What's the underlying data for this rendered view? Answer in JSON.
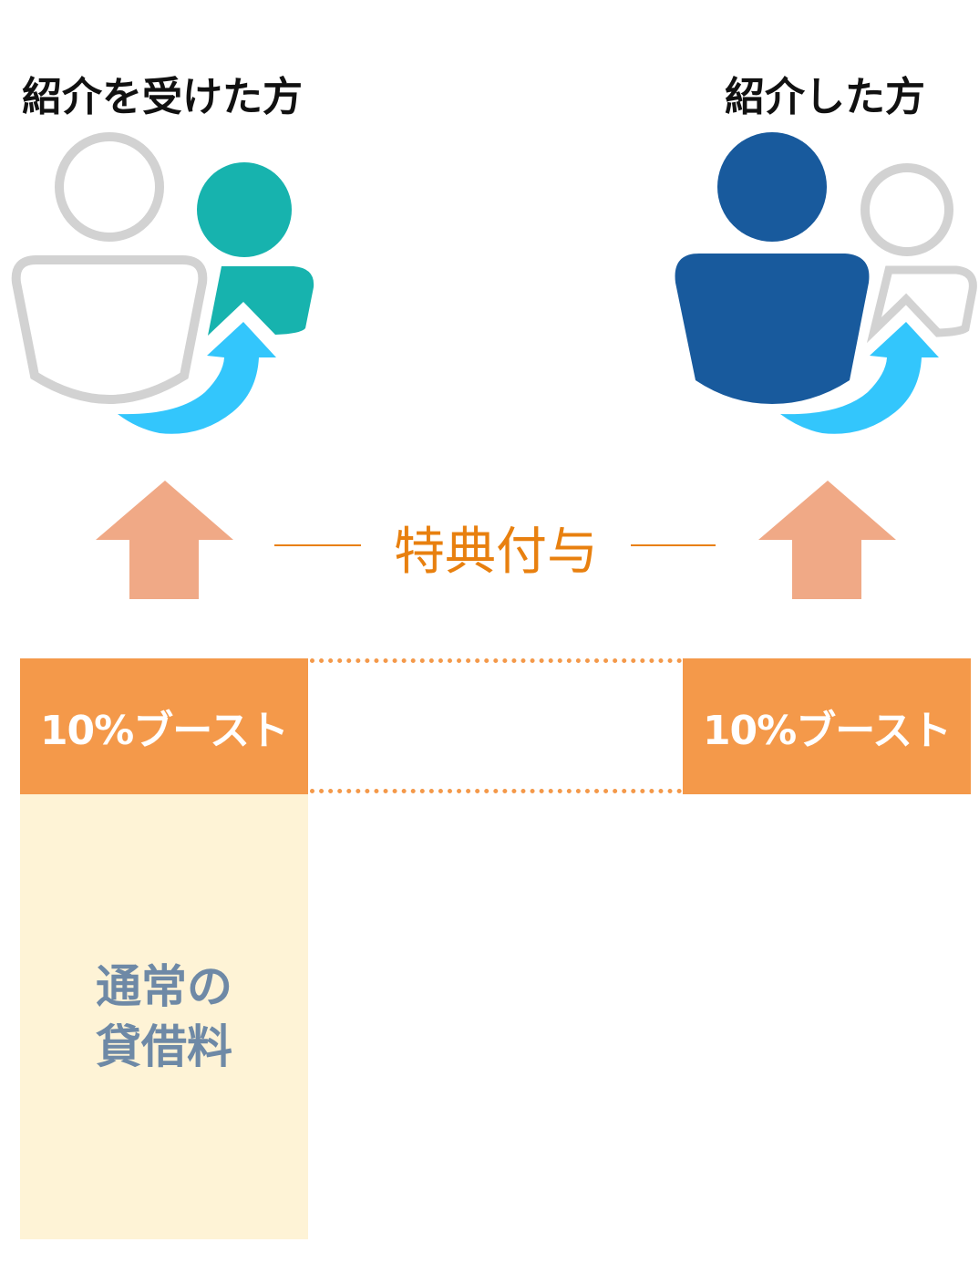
{
  "left": {
    "title": "紹介を受けた方",
    "boost": "10%ブースト"
  },
  "right": {
    "title": "紹介した方",
    "boost": "10%ブースト"
  },
  "center_label": "特典付与",
  "base": {
    "line1": "通常の",
    "line2": "貸借料"
  },
  "colors": {
    "orange": "#f4994a",
    "arrow": "#f0a986",
    "teal": "#17b3ae",
    "navy": "#185a9d",
    "sky": "#33c6fc",
    "gray": "#d2d2d2",
    "beige": "#fef3d6",
    "text_label": "#e8800f",
    "base_text": "#6e89a6"
  }
}
